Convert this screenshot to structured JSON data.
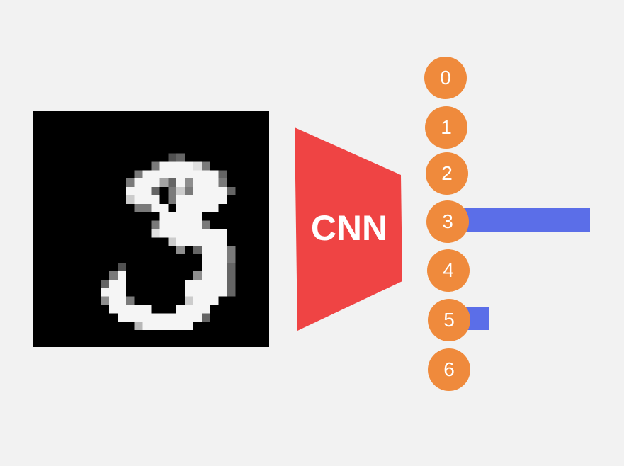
{
  "diagram": {
    "input_label": "",
    "model_label": "CNN",
    "colors": {
      "background": "#f2f2f2",
      "cnn": "#ef4444",
      "circle": "#ef8a3c",
      "bar": "#5b6ee8",
      "digit_fg": "#ffffff",
      "digit_bg": "#000000"
    },
    "outputs": [
      {
        "label": "0",
        "score": 0.09
      },
      {
        "label": "1",
        "score": 0.03
      },
      {
        "label": "2",
        "score": 0.05
      },
      {
        "label": "3",
        "score": 1.0
      },
      {
        "label": "4",
        "score": 0.12
      },
      {
        "label": "5",
        "score": 0.3
      },
      {
        "label": "6",
        "score": 0.08
      }
    ]
  }
}
